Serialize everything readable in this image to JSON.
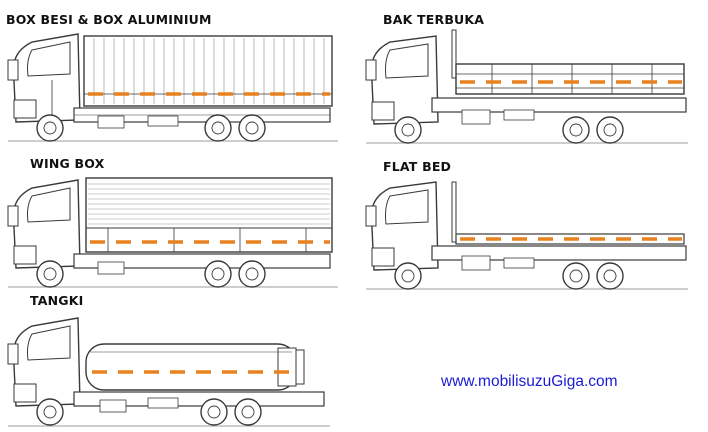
{
  "labels": {
    "box": "BOX BESI & BOX ALUMINIUM",
    "open": "BAK TERBUKA",
    "wing": "WING BOX",
    "flat": "FLAT BED",
    "tank": "TANGKI"
  },
  "website": "www.mobilisuzuGiga.com",
  "colors": {
    "stripe": "#e8821e",
    "line": "#3a3a3a",
    "link": "#1b1bd6"
  },
  "icons": {
    "box": "box-truck-icon",
    "open": "open-cargo-truck-icon",
    "wing": "wing-box-truck-icon",
    "flat": "flatbed-truck-icon",
    "tank": "tanker-truck-icon"
  }
}
